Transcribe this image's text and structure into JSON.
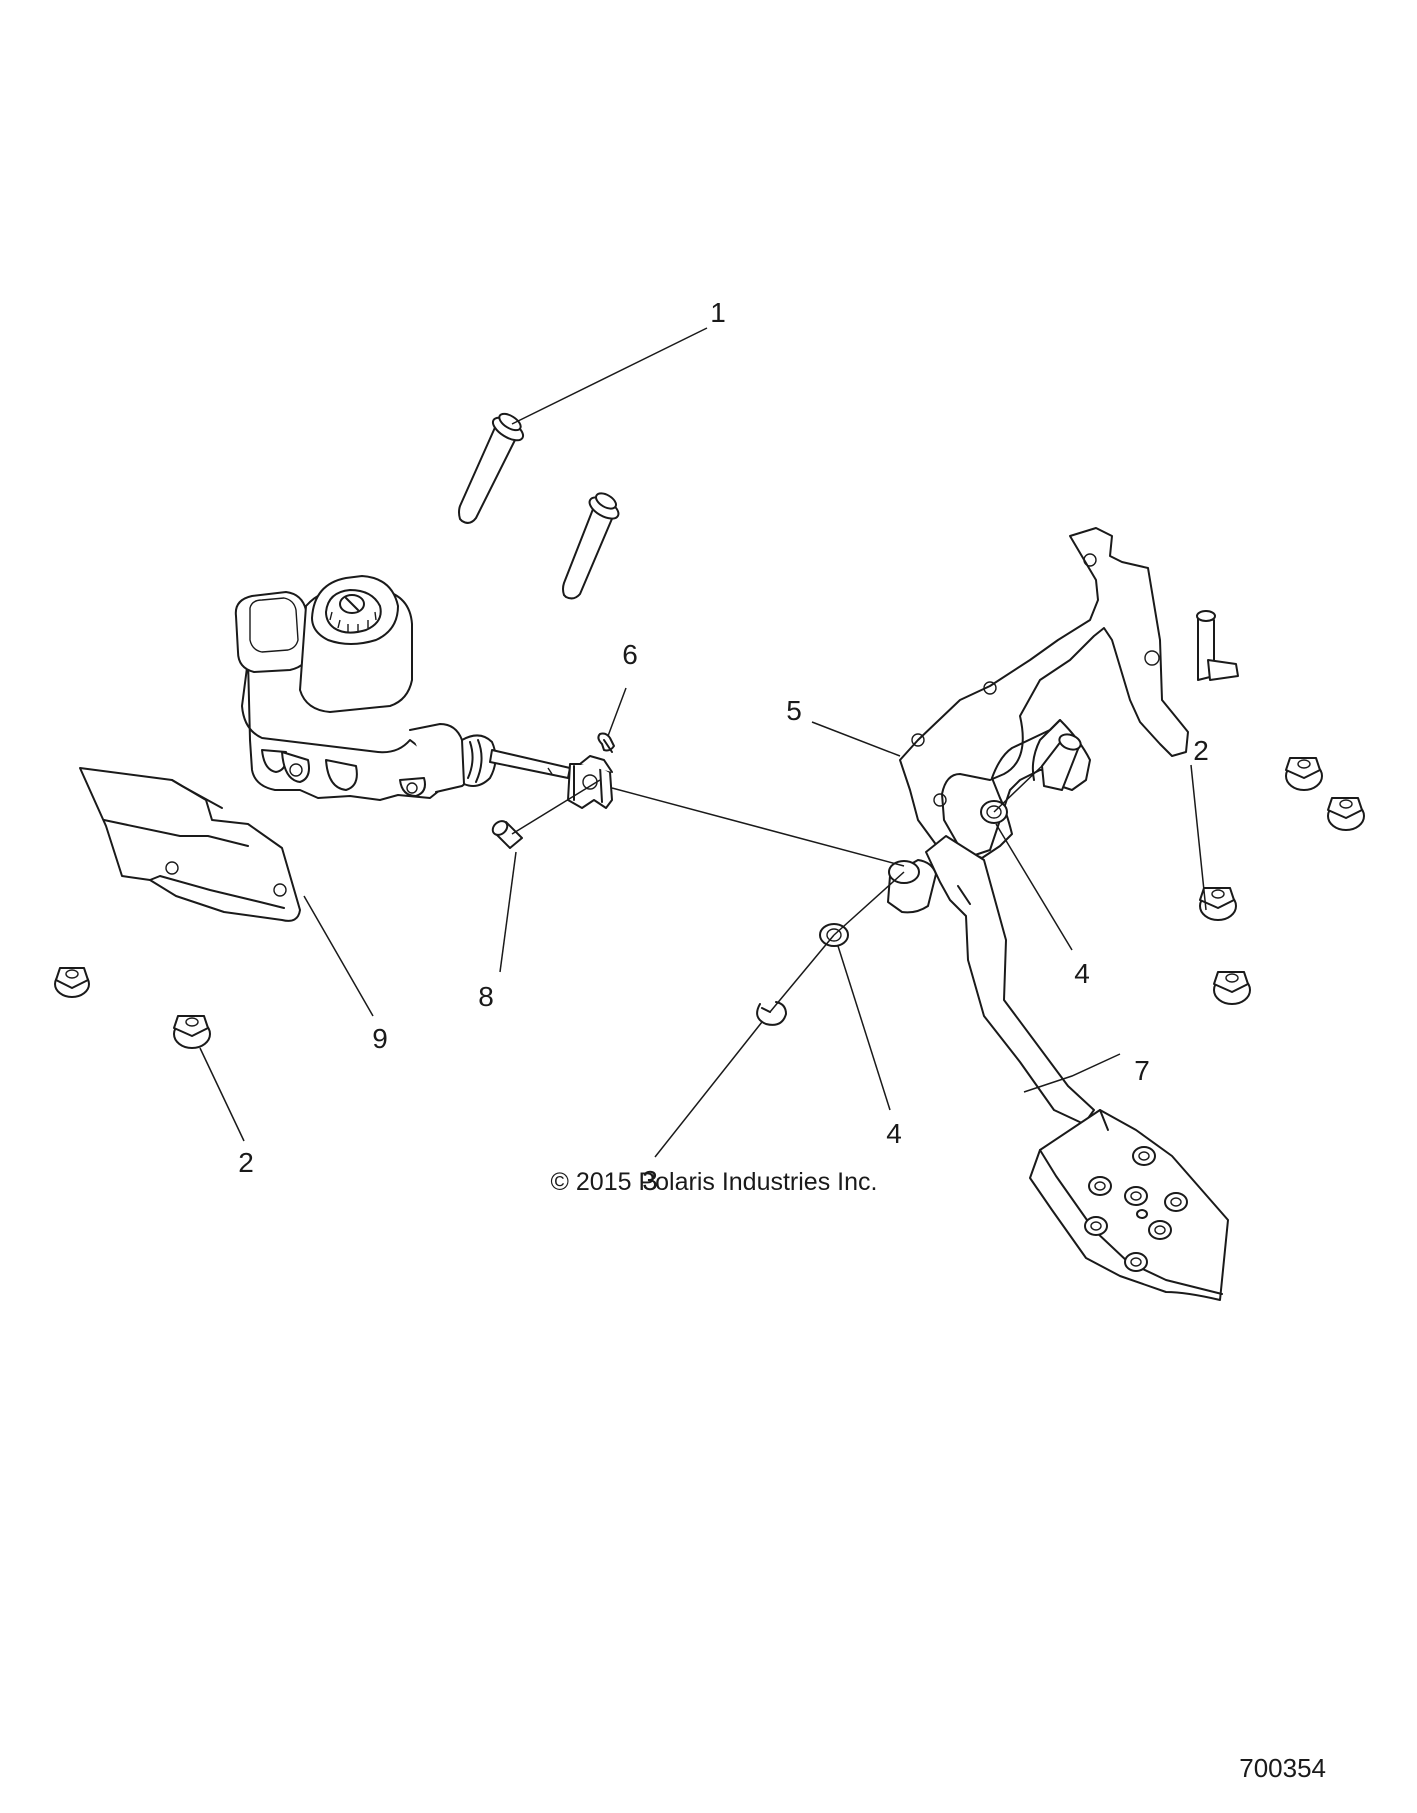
{
  "callouts": {
    "c1": "1",
    "c2a": "2",
    "c2b": "2",
    "c3": "3",
    "c4a": "4",
    "c4b": "4",
    "c5": "5",
    "c6": "6",
    "c7": "7",
    "c8": "8",
    "c9": "9"
  },
  "copyright": "© 2015 Polaris Industries Inc.",
  "figure_number": "700354"
}
